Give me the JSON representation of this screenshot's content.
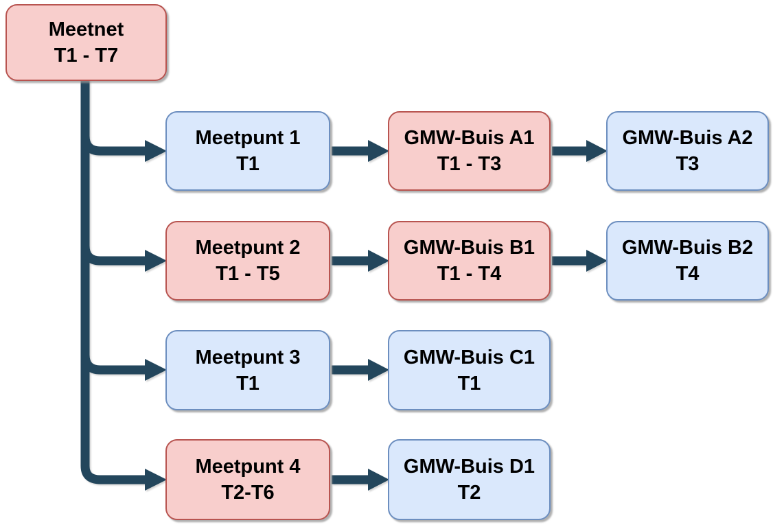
{
  "diagram": {
    "nodes": {
      "root": {
        "label": "Meetnet",
        "sublabel": "T1 - T7",
        "color": "red"
      },
      "meetpunt1": {
        "label": "Meetpunt 1",
        "sublabel": "T1",
        "color": "blue"
      },
      "gmw_a1": {
        "label": "GMW-Buis A1",
        "sublabel": "T1 - T3",
        "color": "red"
      },
      "gmw_a2": {
        "label": "GMW-Buis A2",
        "sublabel": "T3",
        "color": "blue"
      },
      "meetpunt2": {
        "label": "Meetpunt 2",
        "sublabel": "T1 - T5",
        "color": "red"
      },
      "gmw_b1": {
        "label": "GMW-Buis B1",
        "sublabel": "T1 - T4",
        "color": "red"
      },
      "gmw_b2": {
        "label": "GMW-Buis B2",
        "sublabel": "T4",
        "color": "blue"
      },
      "meetpunt3": {
        "label": "Meetpunt 3",
        "sublabel": "T1",
        "color": "blue"
      },
      "gmw_c1": {
        "label": "GMW-Buis C1",
        "sublabel": "T1",
        "color": "blue"
      },
      "meetpunt4": {
        "label": "Meetpunt 4",
        "sublabel": "T2-T6",
        "color": "red"
      },
      "gmw_d1": {
        "label": "GMW-Buis D1",
        "sublabel": "T2",
        "color": "blue"
      }
    },
    "edges": [
      {
        "from": "Meetnet",
        "to": "Meetpunt 1"
      },
      {
        "from": "Meetnet",
        "to": "Meetpunt 2"
      },
      {
        "from": "Meetnet",
        "to": "Meetpunt 3"
      },
      {
        "from": "Meetnet",
        "to": "Meetpunt 4"
      },
      {
        "from": "Meetpunt 1",
        "to": "GMW-Buis A1"
      },
      {
        "from": "GMW-Buis A1",
        "to": "GMW-Buis A2"
      },
      {
        "from": "Meetpunt 2",
        "to": "GMW-Buis B1"
      },
      {
        "from": "GMW-Buis B1",
        "to": "GMW-Buis B2"
      },
      {
        "from": "Meetpunt 3",
        "to": "GMW-Buis C1"
      },
      {
        "from": "Meetpunt 4",
        "to": "GMW-Buis D1"
      }
    ]
  },
  "colors": {
    "red_fill": "#f8cecc",
    "red_stroke": "#b85450",
    "blue_fill": "#dae8fc",
    "blue_stroke": "#6c8ebf",
    "connector": "#23465c",
    "background": "#ffffff",
    "text": "#000000"
  }
}
